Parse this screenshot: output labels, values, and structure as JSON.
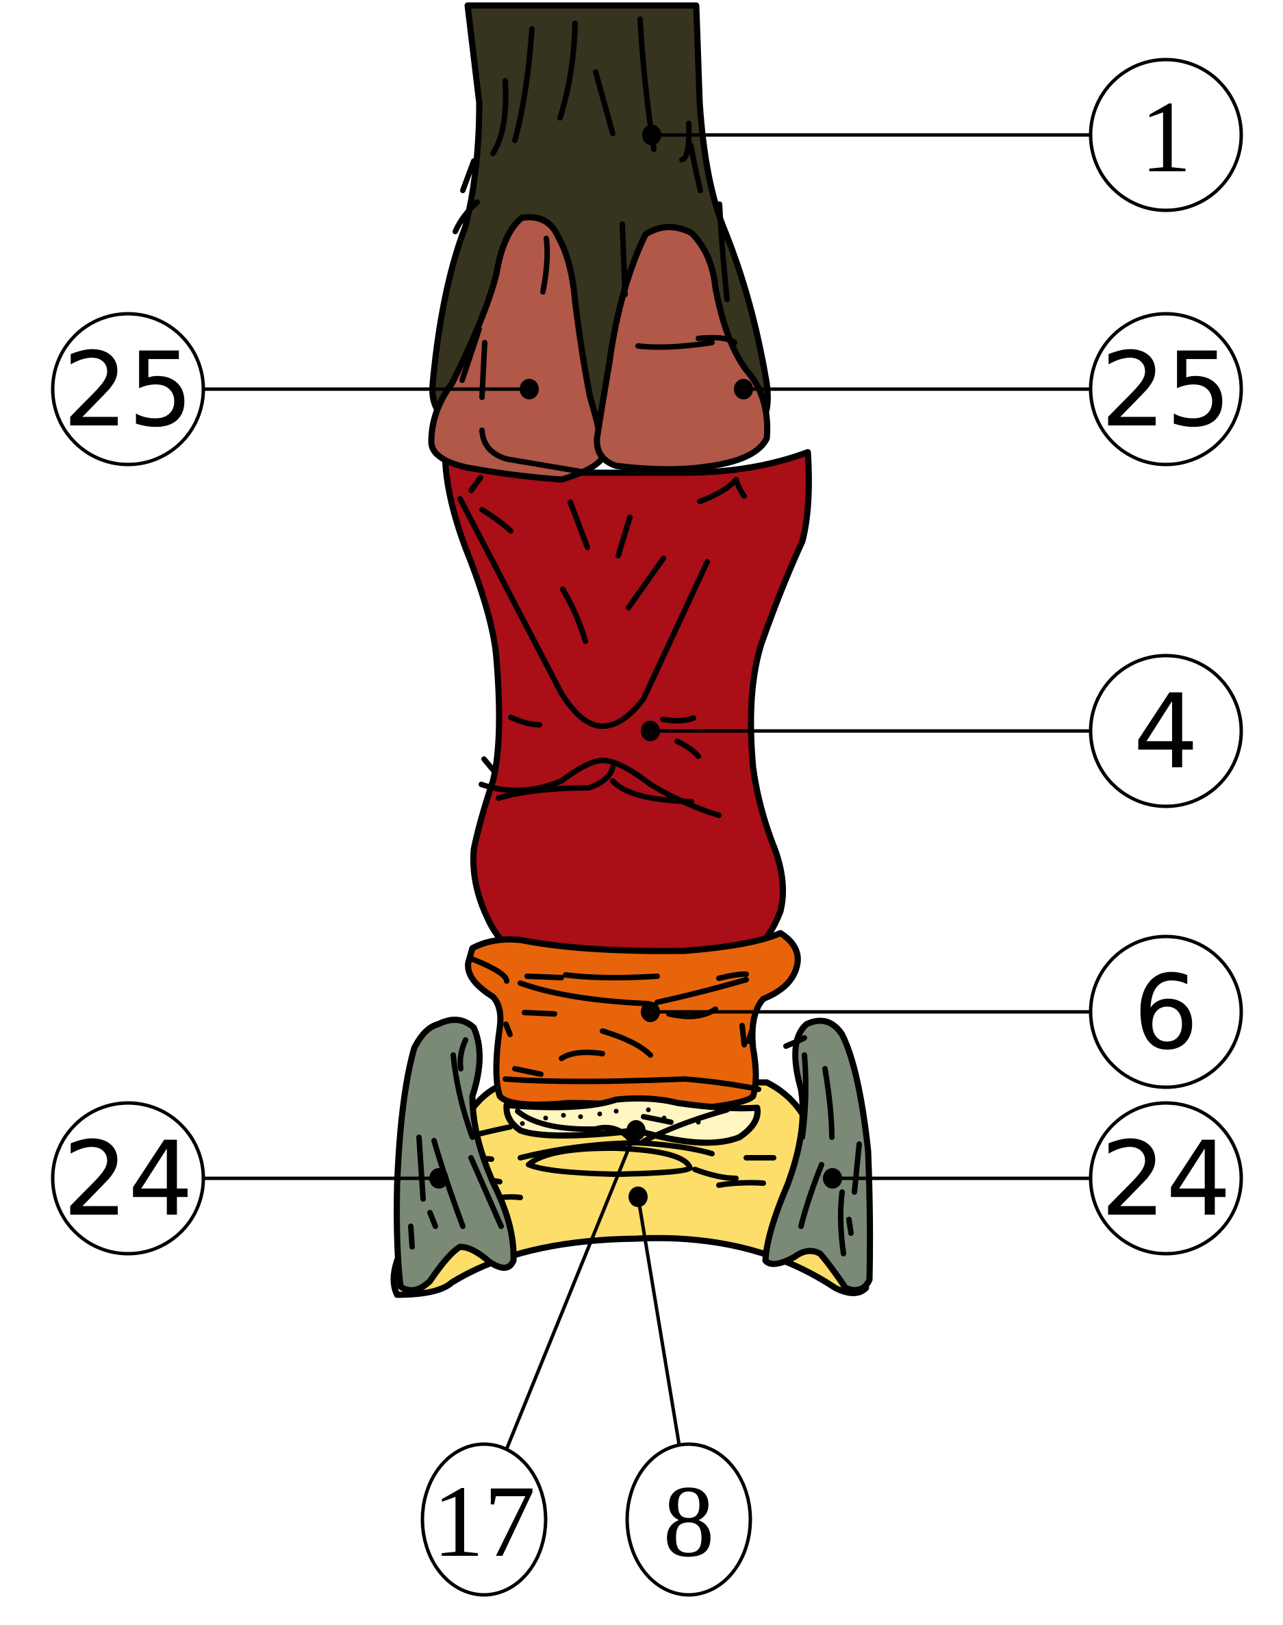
{
  "diagram": {
    "type": "anatomical-illustration",
    "colors": {
      "bone_1": "#36331F",
      "bone_25": "#B15849",
      "bone_4": "#AA0E17",
      "bone_6": "#E8640A",
      "bone_24": "#7A8A76",
      "bone_8": "#FDDE6B",
      "bone_17": "#FFF6C2",
      "outline": "#000000",
      "background": "#FFFFFF"
    },
    "callouts": [
      {
        "id": "c1",
        "label": "1",
        "side": "right",
        "dot": [
          952,
          197
        ],
        "bubble": [
          1703,
          197
        ]
      },
      {
        "id": "c25l",
        "label": "25",
        "side": "left",
        "dot": [
          773,
          568
        ],
        "bubble": [
          187,
          568
        ]
      },
      {
        "id": "c25r",
        "label": "25",
        "side": "right",
        "dot": [
          1086,
          568
        ],
        "bubble": [
          1703,
          568
        ]
      },
      {
        "id": "c4",
        "label": "4",
        "side": "right",
        "dot": [
          950,
          1067
        ],
        "bubble": [
          1703,
          1067
        ]
      },
      {
        "id": "c6",
        "label": "6",
        "side": "right",
        "dot": [
          950,
          1477
        ],
        "bubble": [
          1703,
          1477
        ]
      },
      {
        "id": "c24l",
        "label": "24",
        "side": "left",
        "dot": [
          641,
          1720
        ],
        "bubble": [
          187,
          1720
        ]
      },
      {
        "id": "c24r",
        "label": "24",
        "side": "right",
        "dot": [
          1216,
          1720
        ],
        "bubble": [
          1703,
          1720
        ]
      },
      {
        "id": "c17",
        "label": "17",
        "side": "bottom",
        "dot": [
          929,
          1650
        ],
        "bubble": [
          707,
          2218
        ]
      },
      {
        "id": "c8",
        "label": "8",
        "side": "bottom",
        "dot": [
          932,
          1747
        ],
        "bubble": [
          1006,
          2218
        ]
      }
    ]
  }
}
